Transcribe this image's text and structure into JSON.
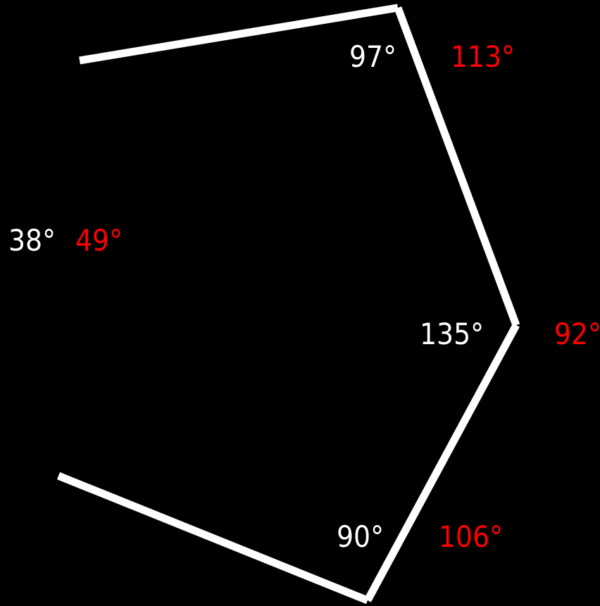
{
  "colors": {
    "background": "#000000",
    "stroke": "#ffffff",
    "label_primary": "#ffffff",
    "label_secondary": "#ff0000"
  },
  "vertices": {
    "top": {
      "angle": "97°",
      "alt_angle": "113°"
    },
    "left": {
      "angle": "38°",
      "alt_angle": "49°"
    },
    "right": {
      "angle": "135°",
      "alt_angle": "92°"
    },
    "bottom": {
      "angle": "90°",
      "alt_angle": "106°"
    }
  }
}
